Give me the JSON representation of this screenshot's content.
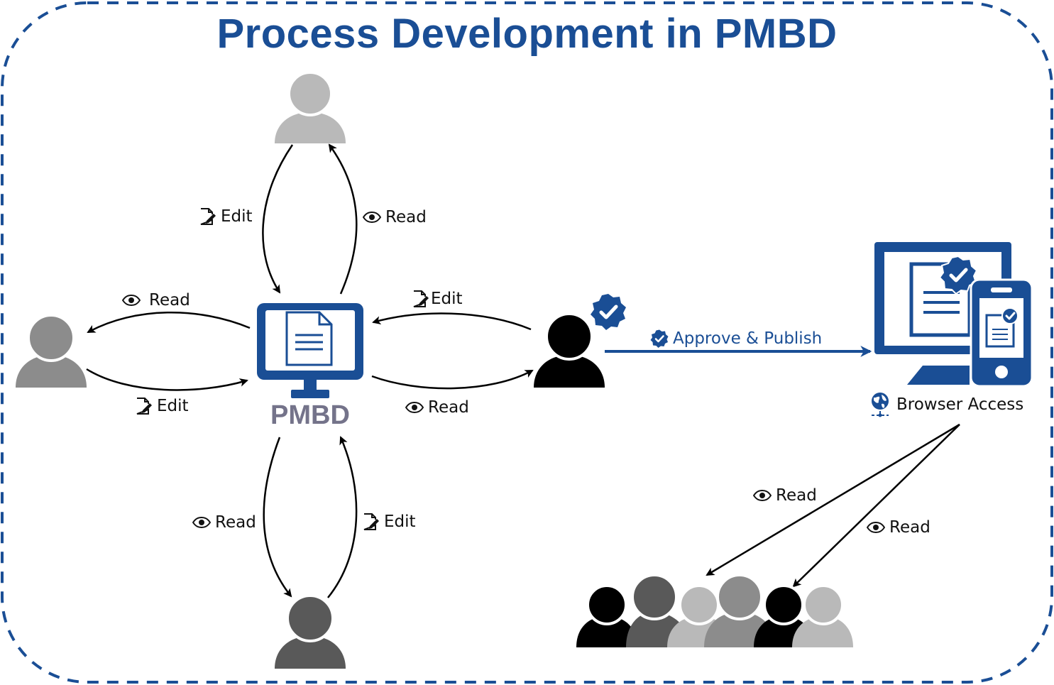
{
  "title": "Process Development in PMBD",
  "center_label": "PMBD",
  "labels": {
    "top_edit": "Edit",
    "top_read": "Read",
    "left_read": "Read",
    "left_edit": "Edit",
    "right_edit": "Edit",
    "right_read": "Read",
    "bottom_read": "Read",
    "bottom_edit": "Edit",
    "approve_publish": "Approve & Publish",
    "browser_access": "Browser Access",
    "audience_read_1": "Read",
    "audience_read_2": "Read"
  },
  "colors": {
    "brand_blue": "#1a4e95",
    "pmbd_gray": "#74738a",
    "user_top": "#b9b9b9",
    "user_left": "#8c8c8c",
    "user_bottom": "#595959",
    "user_approver": "#000000"
  },
  "icons": [
    "user-icon",
    "monitor-document-icon",
    "edit-document-icon",
    "eye-icon",
    "verified-badge-icon",
    "globe-icon",
    "desktop-mobile-icon",
    "group-users-icon"
  ]
}
